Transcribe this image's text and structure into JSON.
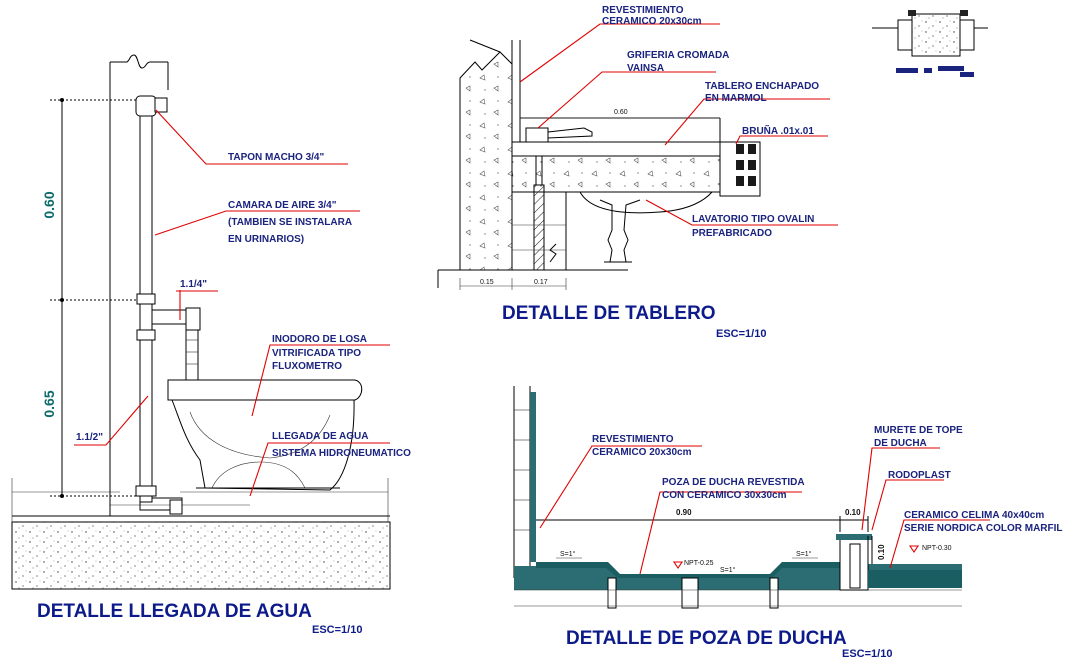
{
  "views": {
    "water": {
      "title": "DETALLE LLEGADA DE AGUA",
      "scale": "ESC=1/10",
      "dim_upper": "0.60",
      "dim_lower": "0.65",
      "labels": {
        "tapon": "TAPON MACHO 3/4\"",
        "camara_1": "CAMARA DE AIRE 3/4\"",
        "camara_2": "(TAMBIEN SE INSTALARA",
        "camara_3": "EN URINARIOS)",
        "pipe_114": "1.1/4\"",
        "pipe_112": "1.1/2\"",
        "inodoro_1": "INODORO DE LOSA",
        "inodoro_2": "VITRIFICADA TIPO",
        "inodoro_3": "FLUXOMETRO",
        "llegada_1": "LLEGADA DE AGUA",
        "llegada_2": "SISTEMA HIDRONEUMATICO"
      }
    },
    "tablero": {
      "title": "DETALLE DE TABLERO",
      "scale": "ESC=1/10",
      "dims": {
        "top": "0.60",
        "bottom_left": "0.15",
        "bottom_right": "0.17"
      },
      "labels": {
        "rev_1": "REVESTIMIENTO",
        "rev_2": "CERAMICO 20x30cm",
        "grif_1": "GRIFERIA CROMADA",
        "grif_2": "VAINSA",
        "tab_1": "TABLERO ENCHAPADO",
        "tab_2": "EN MARMOL",
        "bruna": "BRUÑA .01x.01",
        "lav_1": "LAVATORIO TIPO OVALIN",
        "lav_2": "PREFABRICADO"
      }
    },
    "ducha": {
      "title": "DETALLE DE POZA DE DUCHA",
      "scale": "ESC=1/10",
      "dims": {
        "width": "0.90",
        "curb_w": "0.10",
        "curb_h": "0.10"
      },
      "slopes": {
        "left": "S=1°",
        "center": "S=1°",
        "right": "S=1°"
      },
      "levels": {
        "npt_left": "NPT-0.25",
        "npt_right": "NPT-0.30"
      },
      "labels": {
        "rev_1": "REVESTIMIENTO",
        "rev_2": "CERAMICO 20x30cm",
        "poza_1": "POZA DE DUCHA REVESTIDA",
        "poza_2": "CON CERAMICO 30x30cm",
        "mur_1": "MURETE DE TOPE",
        "mur_2": "DE DUCHA",
        "rodo": "RODOPLAST",
        "cer_1": "CERAMICO CELIMA 40x40cm",
        "cer_2": "SERIE NORDICA COLOR MARFIL"
      }
    }
  }
}
